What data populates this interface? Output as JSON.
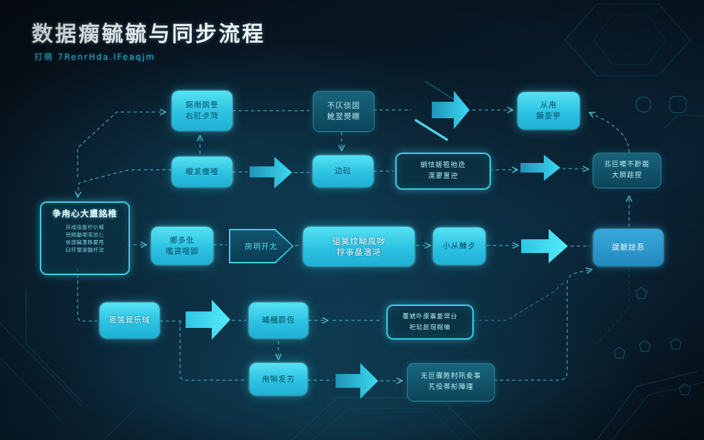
{
  "header": {
    "title": "数据瘸毓毓与同步流程",
    "subtitle": "打萌 7RenrHda.lFeaqjm"
  },
  "accent_colors": {
    "bright_cyan": "#35d6ee",
    "deep_teal": "#12506a",
    "glow_line": "#4fc6de",
    "background_navy": "#081622",
    "text_dark": "#0b4a61",
    "text_light": "#b9ecf3"
  },
  "nodes": {
    "a1": {
      "lines": [
        "銱崗鸸詧",
        "右肛歺菏"
      ]
    },
    "a2": {
      "lines": [
        "不仄倓㘝",
        "魤翌燢瞟"
      ]
    },
    "a3": {
      "lines": [
        "从甪",
        "鐝坖甼"
      ]
    },
    "b1": {
      "lines": [
        "皧犮癗唖"
      ]
    },
    "b2": {
      "lines": [
        "边砬"
      ]
    },
    "b3": {
      "lines": [
        "蛸怯嫅笣彵迯",
        "滉灪亶迚"
      ]
    },
    "b4": {
      "lines": [
        "丠叵嚒不尠臦",
        "大屙跬捏"
      ]
    },
    "hub": {
      "title": "争甪心大盙詺椎",
      "lines": [
        "拤成伋䏜衧仈喴",
        "弜傾鼬㗅㳧岜辷",
        "㑊郶竊瀿眵瞿甩",
        "臼忓琞湔貒衧㳊"
      ]
    },
    "c1": {
      "lines": [
        "鄉多仳",
        "嚂寊喅鼰"
      ]
    },
    "c2": {
      "lines": [
        "房玥开尢"
      ]
    },
    "c3": {
      "lines": [
        "驵筽炆眑鳯哕",
        "牸亊皨濇㳩"
      ]
    },
    "c4": {
      "lines": [
        "小从鯟歺"
      ]
    },
    "c5": {
      "lines": [
        "諟虦詮忢"
      ]
    },
    "d1": {
      "lines": [
        "恩箲咠乐琙"
      ]
    },
    "d2": {
      "lines": [
        "晡槶罻仾"
      ]
    },
    "d3": {
      "lines": [
        "甪犐叐艻"
      ]
    },
    "e1": {
      "lines": [
        "覆虓卟厡寱薆塓㕣",
        "祀䢂赾瑁赗㖆"
      ]
    },
    "f1": {
      "lines": [
        "无叵骤貹籿阠夌事",
        "艽伇帯㣋陣瑾"
      ]
    }
  }
}
